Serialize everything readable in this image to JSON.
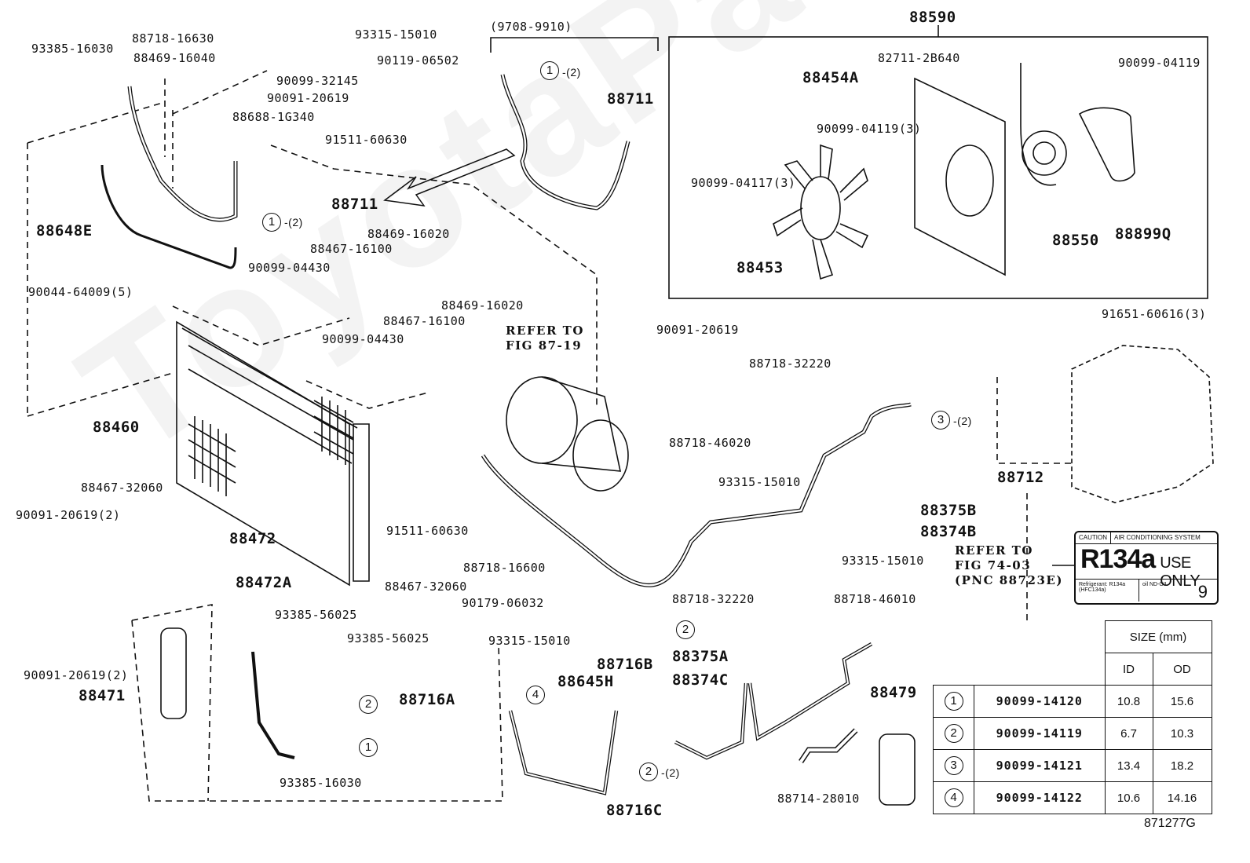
{
  "figure": {
    "illustration_code": "871277G",
    "watermark": "ToyotaPartsMarket",
    "model_range_note": "(9708-9910)"
  },
  "labels": {
    "p93385_16030_top": "93385-16030",
    "p88718_16630": "88718-16630",
    "p93315_15010_top": "93315-15010",
    "p88469_16040": "88469-16040",
    "p90119_06502": "90119-06502",
    "p90099_32145": "90099-32145",
    "p90091_20619_top": "90091-20619",
    "p88688_1G340": "88688-1G340",
    "p91511_60630_top": "91511-60630",
    "p88711_main": "88711",
    "p88711_alt": "88711",
    "p88648E": "88648E",
    "p88469_16020_a": "88469-16020",
    "p88467_16100_a": "88467-16100",
    "p90099_04430_a": "90099-04430",
    "p90044_64009": "90044-64009(5)",
    "p88469_16020_b": "88469-16020",
    "p88467_16100_b": "88467-16100",
    "p90099_04430_b": "90099-04430",
    "p88460": "88460",
    "p88467_32060_a": "88467-32060",
    "p90091_20619_2a": "90091-20619(2)",
    "p88472": "88472",
    "p88472A": "88472A",
    "p88467_32060_b": "88467-32060",
    "p90091_20619_2b": "90091-20619(2)",
    "p88471": "88471",
    "p93385_56025_a": "93385-56025",
    "p88716A": "88716A",
    "p93385_16030_bot": "93385-16030",
    "p93385_56025_b": "93385-56025",
    "p88590": "88590",
    "p88454A": "88454A",
    "p82711_2B640": "82711-2B640",
    "p90099_04119": "90099-04119",
    "p90099_04119_3": "90099-04119(3)",
    "p90099_04117_3": "90099-04117(3)",
    "p88453": "88453",
    "p88550": "88550",
    "p88899Q": "88899Q",
    "p91651_60616": "91651-60616(3)",
    "p90091_20619_mid": "90091-20619",
    "p88718_32220_a": "88718-32220",
    "p88718_46020": "88718-46020",
    "p93315_15010_mid": "93315-15010",
    "p91511_60630_mid": "91511-60630",
    "p88712": "88712",
    "p88375B": "88375B",
    "p88374B": "88374B",
    "p88718_16600": "88718-16600",
    "p93315_15010_r": "93315-15010",
    "p90179_06032": "90179-06032",
    "p88718_32220_b": "88718-32220",
    "p88718_46010": "88718-46010",
    "p93315_15010_bot": "93315-15010",
    "p88716B": "88716B",
    "p88375A": "88375A",
    "p88374C": "88374C",
    "p88645H": "88645H",
    "p88479": "88479",
    "p88714_28010": "88714-28010",
    "p88716C": "88716C"
  },
  "callouts": {
    "qty2": "-(2)",
    "c1": "1",
    "c2": "2",
    "c3": "3",
    "c4": "4"
  },
  "notes": {
    "refer_compressor": "REFER TO\nFIG 87-19",
    "refer_evaporator": "REFER TO\nFIG 74-03\n(PNC 88723E)"
  },
  "caution_label": {
    "header_left": "CAUTION",
    "header_right": "AIR CONDITIONING SYSTEM",
    "refrigerant": "R134a",
    "use_only": "USE ONLY",
    "refrigerant_note": "Refrigerant: R134a (HFC134a)",
    "oil_note": "oil ND-OIL",
    "oil_number": "9"
  },
  "oring_table": {
    "header_size": "SIZE (mm)",
    "header_id": "ID",
    "header_od": "OD",
    "rows": [
      {
        "ref": "1",
        "part": "90099-14120",
        "id": "10.8",
        "od": "15.6"
      },
      {
        "ref": "2",
        "part": "90099-14119",
        "id": "6.7",
        "od": "10.3"
      },
      {
        "ref": "3",
        "part": "90099-14121",
        "id": "13.4",
        "od": "18.2"
      },
      {
        "ref": "4",
        "part": "90099-14122",
        "id": "10.6",
        "od": "14.16"
      }
    ]
  }
}
